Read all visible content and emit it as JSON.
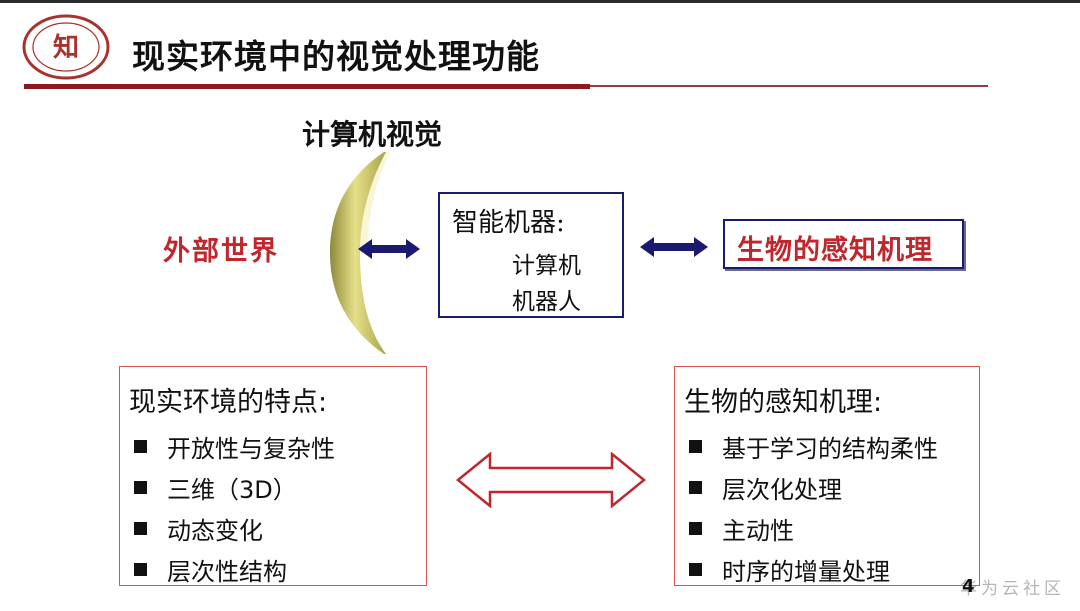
{
  "slide": {
    "title": "现实环境中的视觉处理功能",
    "cv_label": "计算机视觉",
    "outer_world": "外部世界",
    "smart_box": {
      "title": "智能机器:",
      "items": [
        "计算机",
        "机器人"
      ]
    },
    "bio_label": "生物的感知机理",
    "left_panel": {
      "title": "现实环境的特点:",
      "items": [
        "开放性与复杂性",
        "三维（3D）",
        "动态变化",
        "层次性结构"
      ]
    },
    "right_panel": {
      "title": "生物的感知机理:",
      "items": [
        "基于学习的结构柔性",
        "层次化处理",
        "主动性",
        "时序的增量处理"
      ]
    },
    "page_number": "4",
    "watermark": "华为云社区"
  },
  "colors": {
    "accent_red": "#c0262b",
    "dark_red": "#8b1a1a",
    "navy": "#1a1a6e",
    "panel_border": "#d9544f"
  }
}
